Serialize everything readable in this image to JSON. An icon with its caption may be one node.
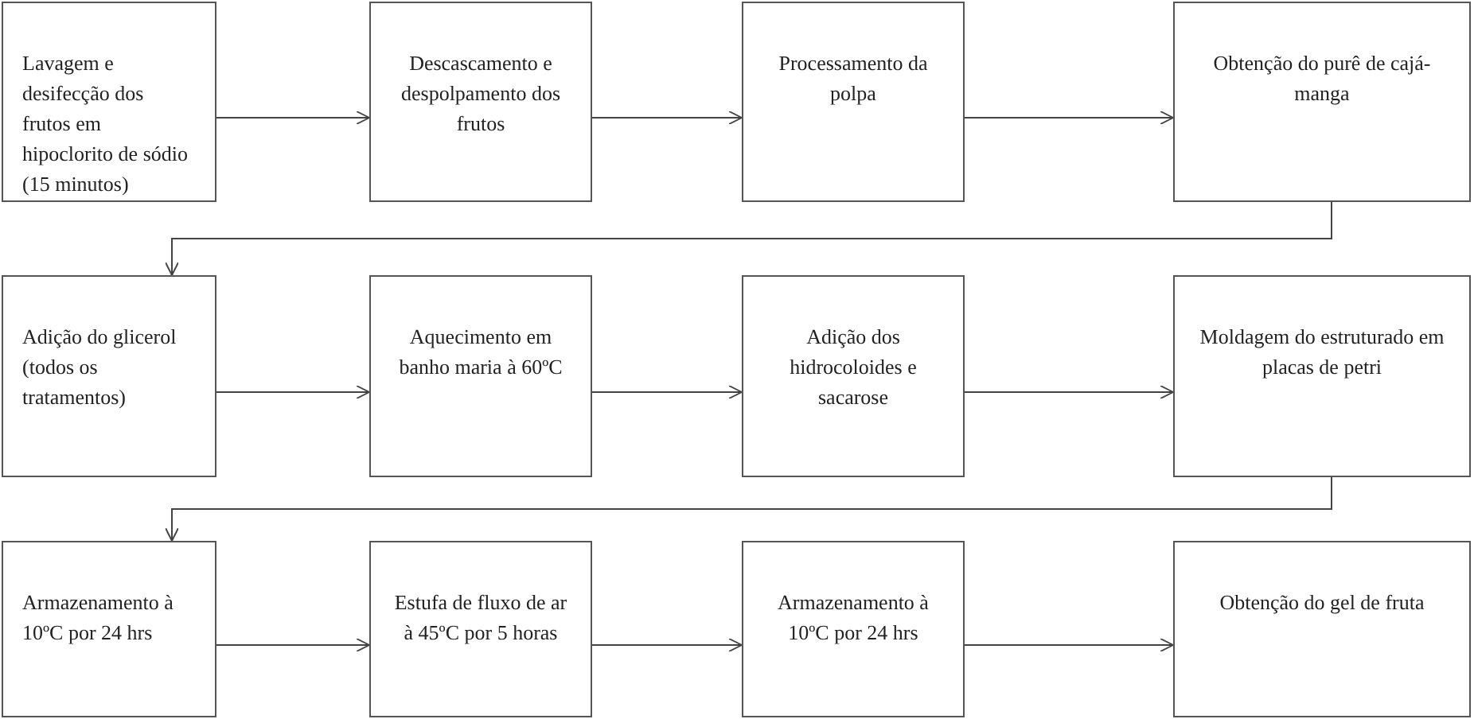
{
  "diagram": {
    "nodes": [
      {
        "text": [
          "Lavagem e desifecção dos frutos em hipoclorito de sódio (15 minutos)"
        ]
      },
      {
        "text": [
          "Descascamento e despolpamento dos frutos"
        ]
      },
      {
        "text": [
          "Processamento da polpa"
        ]
      },
      {
        "text": [
          "Obtenção do purê de cajá-manga"
        ]
      },
      {
        "text": [
          "Adição do glicerol (todos os tratamentos)"
        ]
      },
      {
        "text": [
          "Aquecimento em banho maria à 60ºC"
        ]
      },
      {
        "text": [
          "Adição dos hidrocoloides e sacarose"
        ]
      },
      {
        "text": [
          "Moldagem do estruturado em placas de petri"
        ]
      },
      {
        "text": [
          "Armazenamento à 10ºC por 24 hrs"
        ]
      },
      {
        "text": [
          "Estufa de fluxo de ar à 45ºC por 5 horas"
        ]
      },
      {
        "text": [
          "Armazenamento à 10ºC por 24 hrs"
        ]
      },
      {
        "text": [
          "Obtenção do gel de fruta"
        ]
      }
    ],
    "edges": [
      {
        "from": 0,
        "to": 1,
        "arrow": "to"
      },
      {
        "from": 1,
        "to": 2,
        "arrow": "to"
      },
      {
        "from": 2,
        "to": 3,
        "arrow": "to"
      },
      {
        "from": 3,
        "to": 4,
        "arrow": "to"
      },
      {
        "from": 4,
        "to": 5,
        "arrow": "to"
      },
      {
        "from": 5,
        "to": 6,
        "arrow": "to"
      },
      {
        "from": 6,
        "to": 7,
        "arrow": "to"
      },
      {
        "from": 7,
        "to": 8,
        "arrow": "to"
      },
      {
        "from": 8,
        "to": 9,
        "arrow": "to"
      },
      {
        "from": 9,
        "to": 10,
        "arrow": "to"
      },
      {
        "from": 10,
        "to": 11,
        "arrow": "to"
      }
    ]
  }
}
